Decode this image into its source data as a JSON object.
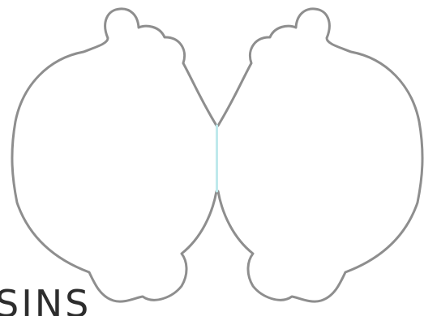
{
  "caption_text": "SINS",
  "colors": {
    "background": "#ffffff",
    "outline": "#8e8e8e",
    "seam": "#bfe9ec",
    "text": "#2d2d2d"
  },
  "shapes": [
    {
      "name": "left-cloud-shape",
      "icon": "cloud-outline-icon"
    },
    {
      "name": "right-cloud-shape",
      "icon": "cloud-outline-icon"
    }
  ]
}
